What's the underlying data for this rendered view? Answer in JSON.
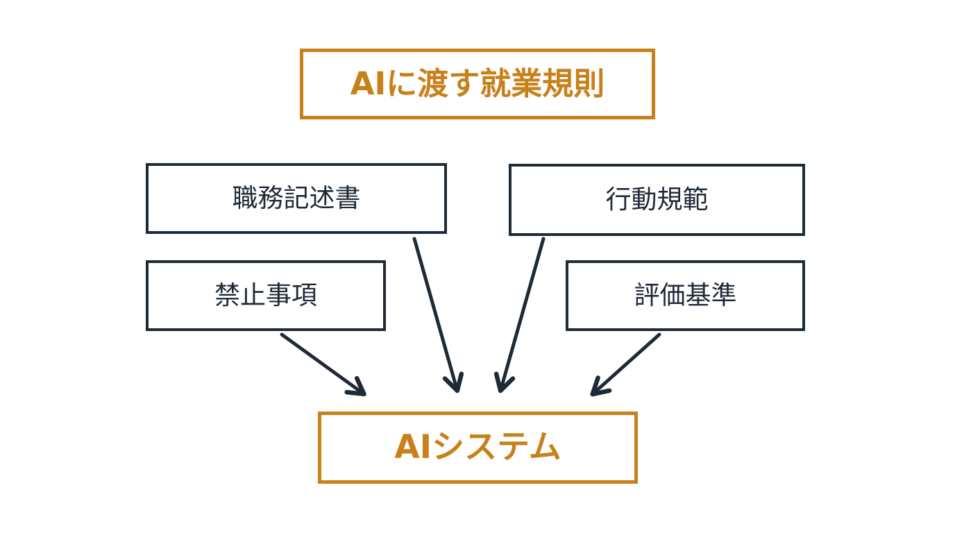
{
  "diagram": {
    "title": "AIに渡す就業規則",
    "nodes": [
      {
        "id": "job-description",
        "label": "職務記述書"
      },
      {
        "id": "code-of-conduct",
        "label": "行動規範"
      },
      {
        "id": "prohibited-items",
        "label": "禁止事項"
      },
      {
        "id": "evaluation-criteria",
        "label": "評価基準"
      }
    ],
    "target": "AIシステム",
    "colors": {
      "accent": "#C8811A",
      "ink": "#1F2A37",
      "background": "#FFFFFF"
    }
  }
}
